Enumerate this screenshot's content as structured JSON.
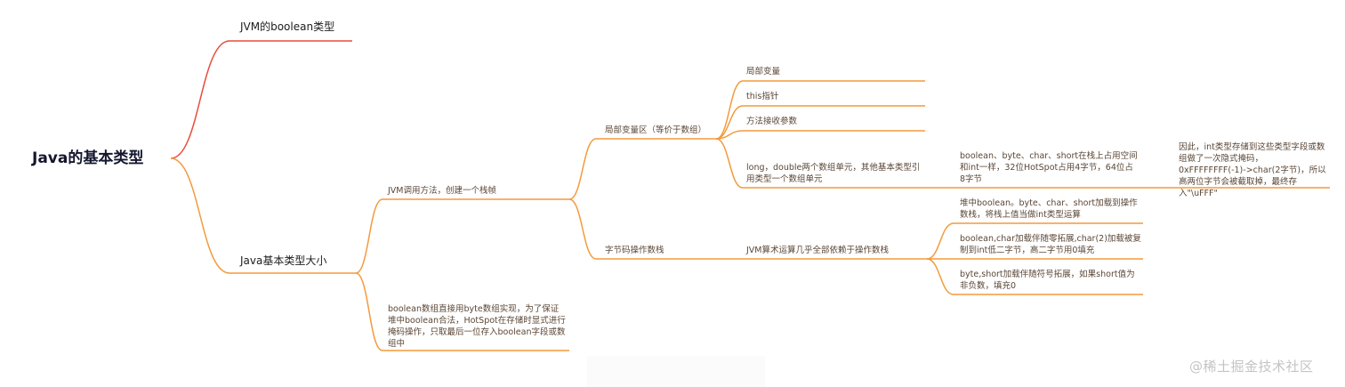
{
  "mindmap": {
    "root": {
      "label": "Java的基本类型"
    },
    "branches": [
      {
        "label": "JVM的boolean类型",
        "color": "#e84c3d",
        "children": []
      },
      {
        "label": "Java基本类型大小",
        "color": "#f39a3c",
        "children": [
          {
            "label": "JVM调用方法，创建一个栈帧",
            "children": [
              {
                "label": "局部变量区（等价于数组）",
                "children": [
                  {
                    "label": "局部变量"
                  },
                  {
                    "label": "this指针"
                  },
                  {
                    "label": "方法接收参数"
                  },
                  {
                    "label": "long，double两个数组单元，其他基本类型引用类型一个数组单元",
                    "children": [
                      {
                        "label": "boolean、byte、char、short在栈上占用空间和int一样，32位HotSpot占用4字节，64位占8字节",
                        "children": [
                          {
                            "label": "因此，int类型存储到这些类型字段或数组做了一次隐式掩码，0xFFFFFFFF(-1)->char(2字节)，所以高两位字节会被截取掉，最终存入\"\\uFFF\""
                          }
                        ]
                      }
                    ]
                  }
                ]
              },
              {
                "label": "字节码操作数栈",
                "children": [
                  {
                    "label": "JVM算术运算几乎全部依赖于操作数栈",
                    "children": [
                      {
                        "label": "堆中boolean。byte、char、short加载到操作数栈，将栈上值当做int类型运算"
                      },
                      {
                        "label": "boolean,char加载伴随零拓展,char(2)加载被复制到int低二字节，高二字节用0填充"
                      },
                      {
                        "label": "byte,short加载伴随符号拓展，如果short值为非负数，填充0"
                      }
                    ]
                  }
                ]
              }
            ]
          },
          {
            "label": "boolean数组直接用byte数组实现，为了保证堆中boolean合法，HotSpot在存储时显式进行掩码操作，只取最后一位存入boolean字段或数组中",
            "children": []
          }
        ]
      }
    ]
  },
  "colors": {
    "branch_red": "#e84c3d",
    "branch_orange": "#f39a3c",
    "root_text": "#14162e",
    "node_text": "#5a4636"
  },
  "watermark": {
    "label": "@稀土掘金技术社区"
  }
}
